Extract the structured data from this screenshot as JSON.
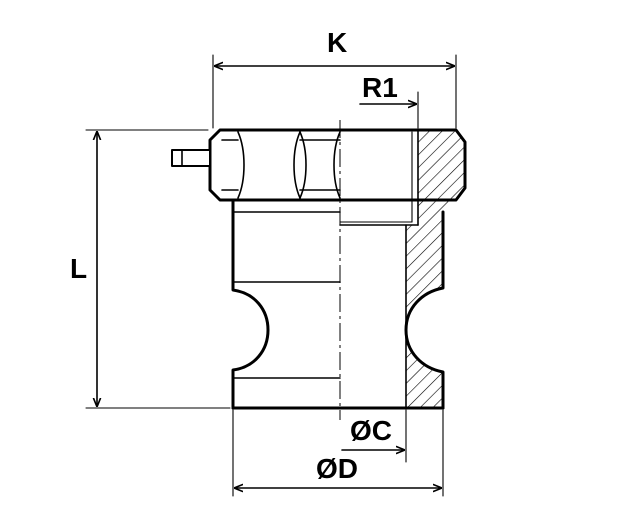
{
  "figure": {
    "type": "technical-drawing",
    "part": "camlock-coupling-type-a",
    "labels": {
      "k": "K",
      "r1": "R1",
      "l": "L",
      "c": "ØC",
      "d": "ØD"
    }
  },
  "colors": {
    "line": "#000000",
    "background": "#ffffff"
  }
}
